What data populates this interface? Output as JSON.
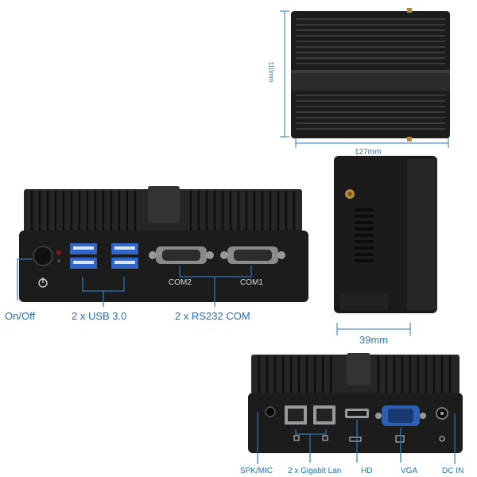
{
  "top_view": {
    "height_dim": "110mm",
    "width_dim": "127mm"
  },
  "side_view": {
    "depth_dim": "39mm"
  },
  "front_view": {
    "port_labels": {
      "com2": "COM2",
      "com1": "COM1"
    },
    "callouts": {
      "power": "On/Off",
      "usb": "2 x USB 3.0",
      "serial": "2 x RS232 COM"
    }
  },
  "rear_view": {
    "callouts": {
      "audio": "SPK/MIC",
      "lan": "2 x Gigabit Lan",
      "hdmi": "HD",
      "vga": "VGA",
      "dc": "DC IN"
    }
  },
  "colors": {
    "accent": "#1f6fb3",
    "chassis": "#1c1c1c",
    "usb_blue": "#2f66c8"
  }
}
